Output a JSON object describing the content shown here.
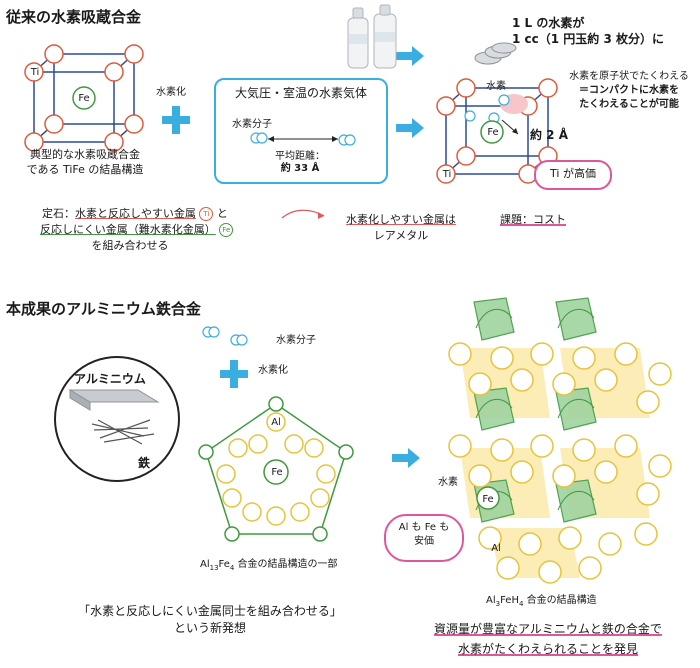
{
  "top": {
    "title": "従来の水素吸蔵合金",
    "tife_ti": "Ti",
    "tife_fe": "Fe",
    "tife_caption_1": "典型的な水素吸蔵合金",
    "tife_caption_2": "である TiFe の結晶構造",
    "hydrogenation": "水素化",
    "gas_box_title": "大気圧・室温の水素気体",
    "gas_molecule": "水素分子",
    "avg_distance_label": "平均距離：",
    "avg_distance_value": "約 33 Å",
    "liter_line_1": "1 L の水素が",
    "liter_line_2": "1 cc（1 円玉約 3 枚分）に",
    "hydride_h_label": "水素",
    "hydride_fe": "Fe",
    "hydride_ti": "Ti",
    "distance_2a": "約 2 Å",
    "compact_1": "水素を原子状でたくわえる",
    "compact_2": "＝コンパクトに水素を",
    "compact_3": "たくわえることが可能",
    "ti_expensive": "Ti が高価",
    "rule_prefix": "定石：",
    "rule_react": "水素と反応しやすい金属",
    "rule_and": "と",
    "rule_noreact": "反応しにくい金属（難水素化金属）",
    "rule_combine": "を組み合わせる",
    "rule_ti": "Ti",
    "rule_fe": "Fe",
    "rare_1": "水素化しやすい金属は",
    "rare_2": "レアメタル",
    "issue": "課題：コスト"
  },
  "bottom": {
    "title": "本成果のアルミニウム鉄合金",
    "aluminium": "アルミニウム",
    "iron": "鉄",
    "hydrogen_molecule": "水素分子",
    "hydrogenation": "水素化",
    "pent_al": "Al",
    "pent_fe": "Fe",
    "al13fe4_caption": "Al",
    "al13fe4_sub1": "13",
    "al13fe4_mid": "Fe",
    "al13fe4_sub2": "4",
    "al13fe4_tail": " 合金の結晶構造の一部",
    "idea_1": "「水素と反応しにくい金属同士を組み合わせる」",
    "idea_2": "という新発想",
    "right_h": "水素",
    "right_fe": "Fe",
    "right_al": "Al",
    "cheap_1": "Al も Fe も",
    "cheap_2": "安価",
    "al3_a": "Al",
    "al3_sub": "3",
    "al3_b": "FeH",
    "al3_sub2": "4",
    "al3_tail": " 合金の結晶構造",
    "conclusion_1": "資源量が豊富なアルミニウムと鉄の合金で",
    "conclusion_2": "水素がたくわえられることを発見"
  },
  "colors": {
    "blue_arrow": "#3aaee0",
    "ti_red": "#e05a3a",
    "green": "#3f9a3f",
    "yellow": "#e8c33a",
    "pink": "#e0569a",
    "frame_blue": "#2a4a9a"
  }
}
